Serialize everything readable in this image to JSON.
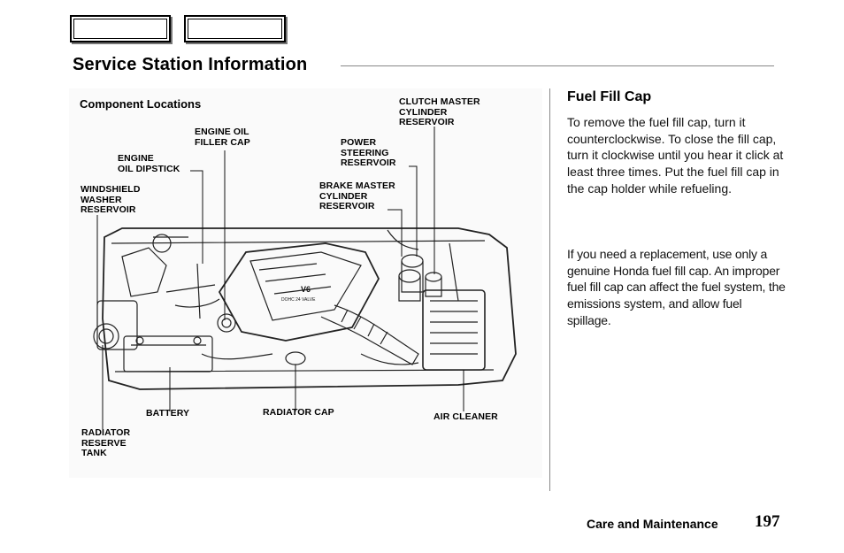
{
  "page": {
    "title": "Service Station Information",
    "footer_section": "Care and Maintenance",
    "page_number": "197"
  },
  "diagram": {
    "heading": "Component Locations",
    "engine_badge_top": "V6",
    "engine_badge_bottom": "DOHC 24 VALVE",
    "labels": {
      "engine_oil_filler_cap": "ENGINE OIL\nFILLER CAP",
      "engine_oil_dipstick": "ENGINE\nOIL DIPSTICK",
      "windshield_washer_reservoir": "WINDSHIELD\nWASHER\nRESERVOIR",
      "clutch_master_cylinder_reservoir": "CLUTCH MASTER\nCYLINDER\nRESERVOIR",
      "power_steering_reservoir": "POWER\nSTEERING\nRESERVOIR",
      "brake_master_cylinder_reservoir": "BRAKE MASTER\nCYLINDER\nRESERVOIR",
      "battery": "BATTERY",
      "radiator_cap": "RADIATOR CAP",
      "air_cleaner": "AIR CLEANER",
      "radiator_reserve_tank": "RADIATOR\nRESERVE\nTANK"
    }
  },
  "fuel_fill_cap": {
    "heading": "Fuel Fill Cap",
    "paragraph1": "To remove the fuel fill cap, turn it counterclockwise. To close the fill cap, turn it clockwise until you hear it click at least three times. Put the fuel fill cap in the cap holder while refueling.",
    "paragraph2": "If you need a replacement, use only a genuine Honda fuel fill cap. An improper fuel fill cap can affect the fuel system, the emissions system, and allow fuel spillage."
  }
}
